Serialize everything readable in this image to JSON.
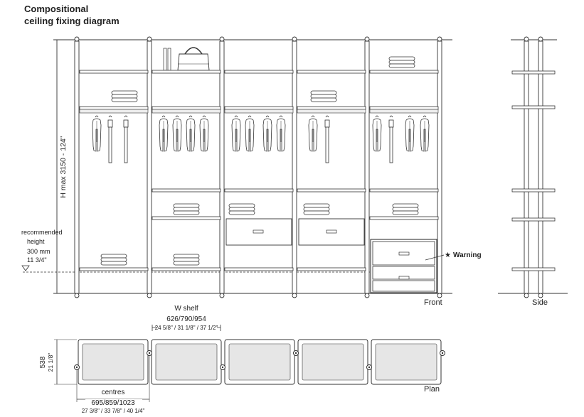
{
  "title": {
    "line1": "Compositional",
    "line2": "ceiling fixing diagram"
  },
  "height_label": "H max 3150 - 124\"",
  "recommended": {
    "l1": "recommended",
    "l2": "height",
    "l3": "300 mm",
    "l4": "11 3/4\""
  },
  "warning": {
    "star": "★",
    "label": "Warning"
  },
  "view_labels": {
    "front": "Front",
    "side": "Side",
    "plan": "Plan"
  },
  "shelf_width": {
    "l1": "W shelf",
    "l2": "626/790/954",
    "l3": "24 5/8\" / 31 1/8\" / 37 1/2\""
  },
  "centres": {
    "l1": "centres",
    "l2": "695/859/1023",
    "l3": "27 3/8\" / 33 7/8\" / 40 1/4\""
  },
  "depth": {
    "l1": "538",
    "l2": "21 1/8\""
  },
  "colors": {
    "line": "#333333",
    "fill": "#e6e6e6",
    "bay": "#f4f4f4"
  },
  "icons": [
    "handbag-icon",
    "folded-clothes-icon",
    "hanging-shirt-icon",
    "drawer-icon",
    "pole-icon"
  ]
}
